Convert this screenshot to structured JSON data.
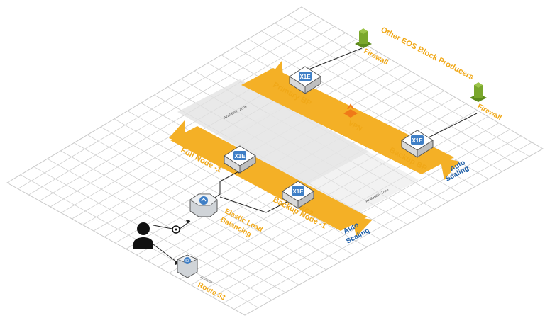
{
  "labels": {
    "other_producers": "Other EOS Block Producers",
    "firewall_1": "Firewall",
    "firewall_2": "Firewall",
    "primary_bp": "Primary BP",
    "backup_bp": "Backup BP",
    "full_node": "Full Node -1",
    "backup_node": "Backup Node -1",
    "ec2": "EC2",
    "vpn": "VPN",
    "elb_line1": "Elastic Load",
    "elb_line2": "Balancing",
    "route53": "Route 53",
    "route53_small": "Amazon",
    "auto_scaling_right_1": "Auto",
    "auto_scaling_right_2": "Scaling",
    "auto_scaling_bottom_1": "Auto",
    "auto_scaling_bottom_2": "Scaling",
    "zone_label_1": "Availability Zone",
    "zone_label_2": "Availability Zone"
  },
  "chips": {
    "primary": "X1E",
    "backup": "X1E",
    "full": "X1E",
    "backupnode": "X1E"
  },
  "colors": {
    "accent_orange": "#f0a818",
    "accent_blue": "#1f5fa8",
    "chip_blue": "#3f7fc6",
    "firewall_green": "#7aa72c"
  }
}
